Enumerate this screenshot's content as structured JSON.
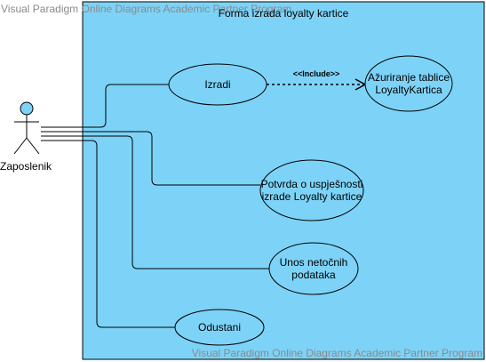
{
  "watermark": {
    "top": "Visual Paradigm Online Diagrams Academic Partner Program",
    "bottom": "Visual Paradigm Online Diagrams Academic Partner Program"
  },
  "system": {
    "title": "Forma izrada loyalty kartice",
    "fill": "#7dd3f7"
  },
  "actor": {
    "label": "Zaposlenik",
    "fill": "#7dd3f7"
  },
  "use_cases": {
    "izradi": "Izradi",
    "azuriranje": "Ažuriranje tablice LoyaltyKartica",
    "potvrda": "Potvrda o uspješnosti izrade Loyalty kartice",
    "unos": "Unos netočnih podataka",
    "odustani": "Odustani"
  },
  "relationships": {
    "include_label": "<<Include>>"
  }
}
